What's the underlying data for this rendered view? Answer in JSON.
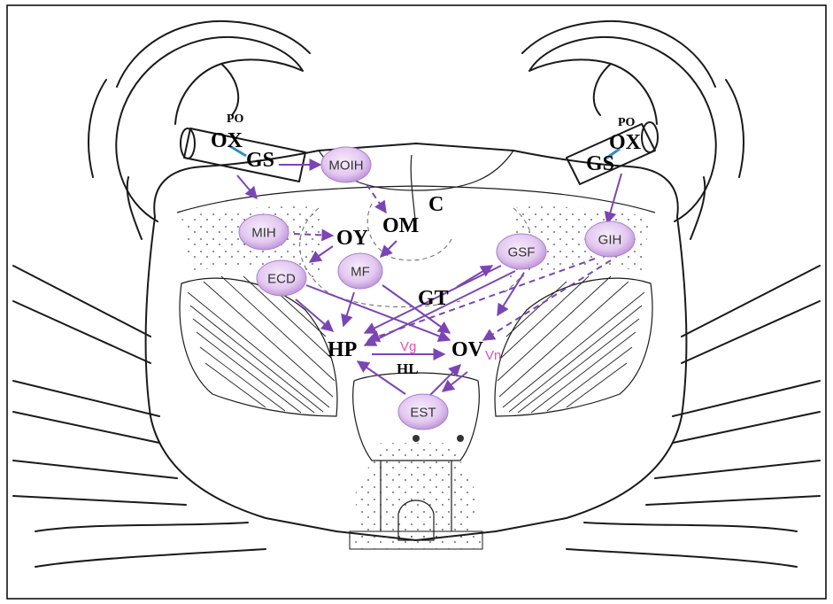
{
  "colors": {
    "arrow": "#7b45b4",
    "node_fill_light": "#f6ecfb",
    "node_fill_dark": "#c89ee0",
    "pink_label": "#e050b8",
    "stalk_line": "#2b8ec8"
  },
  "organs": {
    "po_left": "PO",
    "ox_left": "OX",
    "gs_left": "GS",
    "po_right": "PO",
    "ox_right": "OX",
    "gs_right": "GS",
    "c": "C",
    "om": "OM",
    "oy": "OY",
    "gt": "GT",
    "hp": "HP",
    "ov": "OV",
    "hl": "HL",
    "vg": "Vg",
    "vn": "Vn"
  },
  "nodes": {
    "moih": "MOIH",
    "mih": "MIH",
    "ecd": "ECD",
    "mf": "MF",
    "gsf": "GSF",
    "gih": "GIH",
    "est": "EST"
  }
}
